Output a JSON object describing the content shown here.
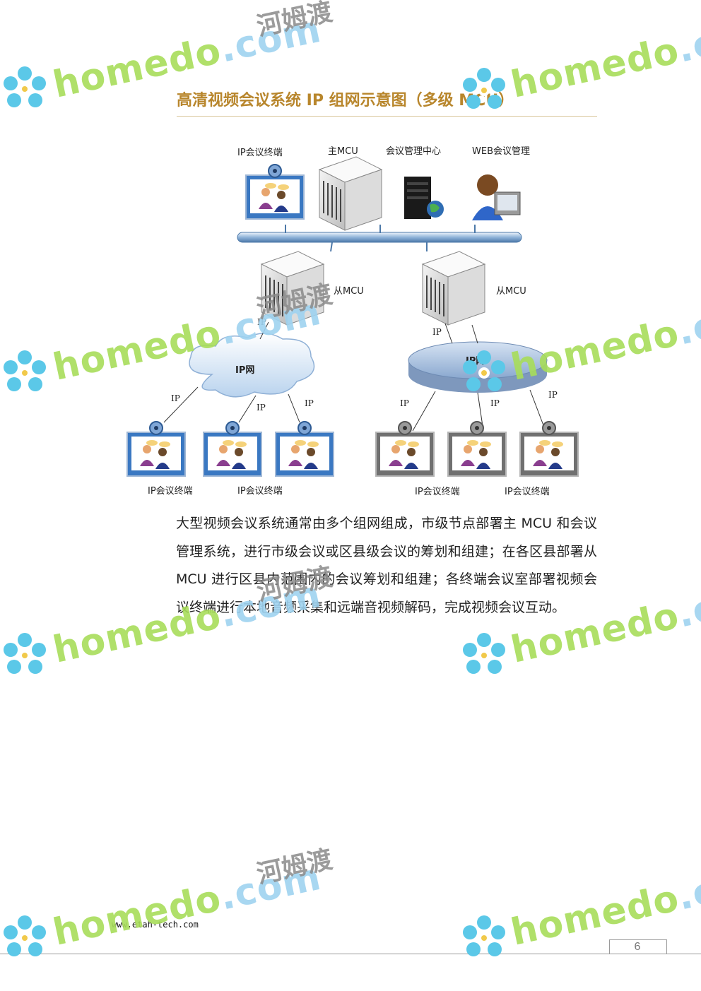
{
  "watermark": {
    "text_latin": "homedo",
    "text_dotcom": ".com",
    "text_cn": "河姆渡"
  },
  "title": "高清视频会议系统 IP 组网示意图（多级 MCU）",
  "diagram": {
    "top_labels": {
      "terminal": "IP会议终端",
      "main_mcu": "主MCU",
      "mgmt_center": "会议管理中心",
      "web_mgmt": "WEB会议管理"
    },
    "sub_mcu_left": "从MCU",
    "sub_mcu_right": "从MCU",
    "cloud_label": "IP网",
    "disk_label": "IP网",
    "ip_tag": "IP",
    "terminal_label": "IP会议终端"
  },
  "body": {
    "paragraph": "大型视频会议系统通常由多个组网组成，市级节点部署主 MCU 和会议管理系统，进行市级会议或区县级会议的筹划和组建；在各区县部署从 MCU 进行区县内范围内的会议筹划和组建；各终端会议室部署视频会议终端进行本地音频采集和远端音视频解码，完成视频会议互动。"
  },
  "footer": {
    "url": "www.etah-tech.com",
    "page_number": "6"
  }
}
